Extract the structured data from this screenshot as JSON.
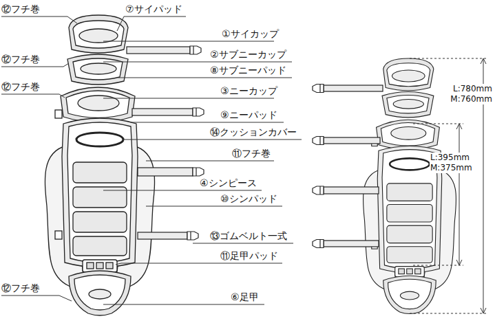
{
  "diagram": {
    "labels": [
      "⑫フチ巻",
      "⑦サイパッド",
      "①サイカップ",
      "⑫フチ巻",
      "②サブニーカップ",
      "⑧サブニーパッド",
      "⑫フチ巻",
      "③ニーカップ",
      "⑨ニーパッド",
      "⑭クッションカバー",
      "⑪フチ巻",
      "④シンピース",
      "⑩シンパッド",
      "⑬ゴムベルト一式",
      "⑪足甲パッド",
      "⑫フチ巻",
      "⑥足甲",
      "L:780mm",
      "M:760mm",
      "L:395mm",
      "M:375mm"
    ]
  }
}
